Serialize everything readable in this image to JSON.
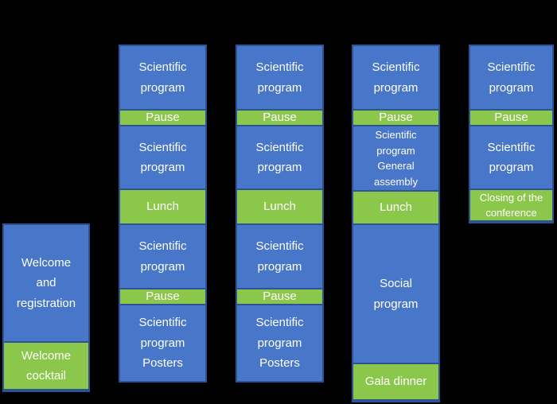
{
  "colors": {
    "background": "#000000",
    "blue": "#4876C8",
    "green": "#8BC74B",
    "border": "#2E5395",
    "text": "#FFFFFF"
  },
  "columns": [
    {
      "id": "welcome-day",
      "blocks": [
        {
          "type": "session",
          "label": "Welcome and registration"
        },
        {
          "type": "break",
          "label": "Welcome cocktail"
        }
      ]
    },
    {
      "id": "day-1",
      "blocks": [
        {
          "type": "session",
          "label": "Scientific program"
        },
        {
          "type": "break",
          "label": "Pause"
        },
        {
          "type": "session",
          "label": "Scientific program"
        },
        {
          "type": "break",
          "label": "Lunch"
        },
        {
          "type": "session",
          "label": "Scientific program"
        },
        {
          "type": "break",
          "label": "Pause"
        },
        {
          "type": "session",
          "label": "Scientific program Posters"
        }
      ]
    },
    {
      "id": "day-2",
      "blocks": [
        {
          "type": "session",
          "label": "Scientific program"
        },
        {
          "type": "break",
          "label": "Pause"
        },
        {
          "type": "session",
          "label": "Scientific program"
        },
        {
          "type": "break",
          "label": "Lunch"
        },
        {
          "type": "session",
          "label": "Scientific program"
        },
        {
          "type": "break",
          "label": "Pause"
        },
        {
          "type": "session",
          "label": "Scientific program Posters"
        }
      ]
    },
    {
      "id": "day-3",
      "blocks": [
        {
          "type": "session",
          "label": "Scientific program"
        },
        {
          "type": "break",
          "label": "Pause"
        },
        {
          "type": "session",
          "label": "Scientific program General assembly"
        },
        {
          "type": "break",
          "label": "Lunch"
        },
        {
          "type": "session",
          "label": "Social program"
        },
        {
          "type": "break",
          "label": "Gala dinner"
        }
      ]
    },
    {
      "id": "day-4",
      "blocks": [
        {
          "type": "session",
          "label": "Scientific program"
        },
        {
          "type": "break",
          "label": "Pause"
        },
        {
          "type": "session",
          "label": "Scientific program"
        },
        {
          "type": "break",
          "label": "Closing of the conference"
        }
      ]
    }
  ]
}
